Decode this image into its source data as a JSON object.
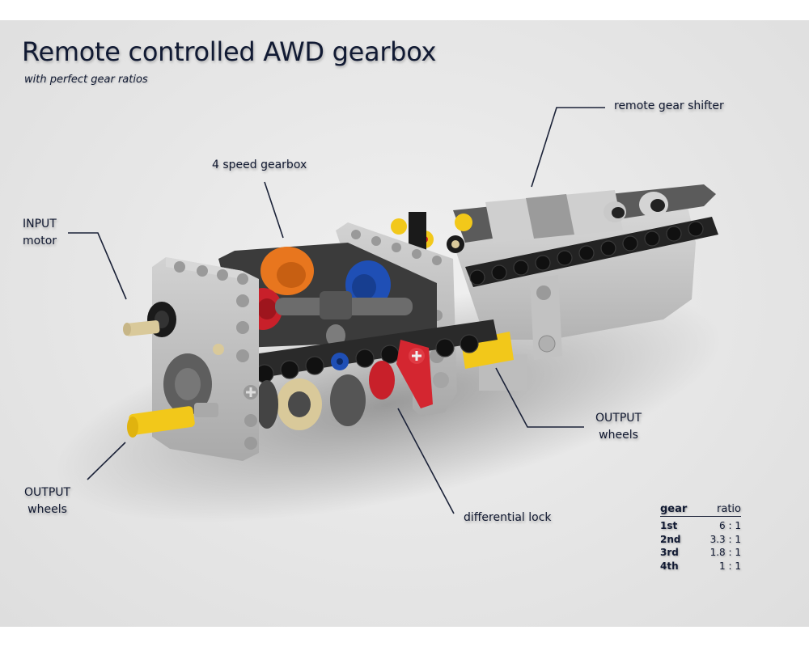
{
  "header": {
    "title": "Remote controlled AWD gearbox",
    "subtitle": "with perfect gear ratios"
  },
  "colors": {
    "background": "#e6e6e6",
    "text": "#111a33",
    "leader_line": "#1b2238",
    "frame_light_gray": "#bfbfbf",
    "frame_dark_gray": "#5a5a5a",
    "black_parts": "#1e1e1e",
    "red_gear": "#c8202a",
    "blue_gear": "#1f4fb5",
    "orange_gear": "#e8761e",
    "yellow_axle": "#f2c81a",
    "tan_gear": "#d9c99a"
  },
  "labels": {
    "input_motor": {
      "line1": "INPUT",
      "line2": "motor"
    },
    "four_speed": {
      "line1": "4 speed gearbox"
    },
    "remote_shifter": {
      "line1": "remote gear shifter"
    },
    "output_right": {
      "line1": "OUTPUT",
      "line2": "wheels"
    },
    "output_left": {
      "line1": "OUTPUT",
      "line2": "wheels"
    },
    "diff_lock": {
      "line1": "differential lock"
    }
  },
  "ratio_table": {
    "headers": {
      "gear": "gear",
      "ratio": "ratio"
    },
    "rows": [
      {
        "gear": "1st",
        "ratio": "6 : 1"
      },
      {
        "gear": "2nd",
        "ratio": "3.3 : 1"
      },
      {
        "gear": "3rd",
        "ratio": "1.8 : 1"
      },
      {
        "gear": "4th",
        "ratio": "1 : 1"
      }
    ]
  }
}
